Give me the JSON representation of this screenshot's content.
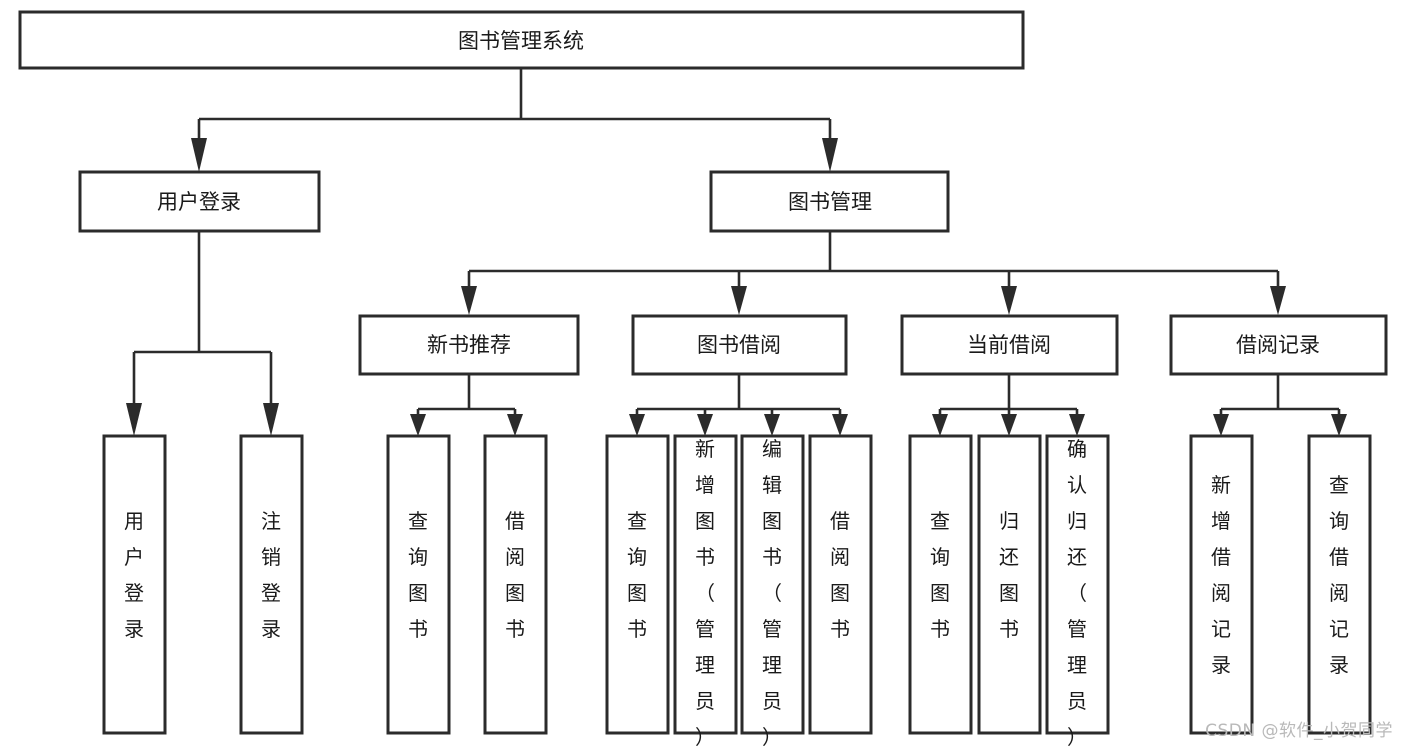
{
  "diagram": {
    "type": "tree",
    "title": "图书管理系统",
    "root": {
      "id": "root",
      "label": "图书管理系统",
      "orientation": "horizontal"
    },
    "level1": [
      {
        "id": "user-login",
        "label": "用户登录",
        "orientation": "horizontal"
      },
      {
        "id": "book-manage",
        "label": "图书管理",
        "orientation": "horizontal"
      }
    ],
    "level2": [
      {
        "id": "new-book-recommend",
        "label": "新书推荐",
        "parent": "book-manage",
        "orientation": "horizontal"
      },
      {
        "id": "book-borrow",
        "label": "图书借阅",
        "parent": "book-manage",
        "orientation": "horizontal"
      },
      {
        "id": "current-borrow",
        "label": "当前借阅",
        "parent": "book-manage",
        "orientation": "horizontal"
      },
      {
        "id": "borrow-record",
        "label": "借阅记录",
        "parent": "book-manage",
        "orientation": "horizontal"
      }
    ],
    "leaves": [
      {
        "id": "leaf-user-login",
        "label": "用户登录",
        "parent": "user-login",
        "orientation": "vertical"
      },
      {
        "id": "leaf-user-logout",
        "label": "注销登录",
        "parent": "user-login",
        "orientation": "vertical"
      },
      {
        "id": "leaf-query-book-1",
        "label": "查询图书",
        "parent": "new-book-recommend",
        "orientation": "vertical"
      },
      {
        "id": "leaf-borrow-book-1",
        "label": "借阅图书",
        "parent": "new-book-recommend",
        "orientation": "vertical"
      },
      {
        "id": "leaf-query-book-2",
        "label": "查询图书",
        "parent": "book-borrow",
        "orientation": "vertical"
      },
      {
        "id": "leaf-add-book",
        "label": "新增图书（管理员）",
        "parent": "book-borrow",
        "orientation": "vertical"
      },
      {
        "id": "leaf-edit-book",
        "label": "编辑图书（管理员）",
        "parent": "book-borrow",
        "orientation": "vertical"
      },
      {
        "id": "leaf-borrow-book-2",
        "label": "借阅图书",
        "parent": "book-borrow",
        "orientation": "vertical"
      },
      {
        "id": "leaf-query-book-3",
        "label": "查询图书",
        "parent": "current-borrow",
        "orientation": "vertical"
      },
      {
        "id": "leaf-return-book",
        "label": "归还图书",
        "parent": "current-borrow",
        "orientation": "vertical"
      },
      {
        "id": "leaf-confirm-return",
        "label": "确认归还（管理员）",
        "parent": "current-borrow",
        "orientation": "vertical"
      },
      {
        "id": "leaf-add-record",
        "label": "新增借阅记录",
        "parent": "borrow-record",
        "orientation": "vertical"
      },
      {
        "id": "leaf-query-record",
        "label": "查询借阅记录",
        "parent": "borrow-record",
        "orientation": "vertical"
      }
    ],
    "colors": {
      "box_stroke": "#2b2b2b",
      "box_fill": "#ffffff",
      "connector": "#2b2b2b",
      "text": "#1a1a1a",
      "background": "#ffffff",
      "watermark": "#b9b9b9"
    }
  },
  "watermark": {
    "text": "CSDN @软件_小贺同学"
  }
}
